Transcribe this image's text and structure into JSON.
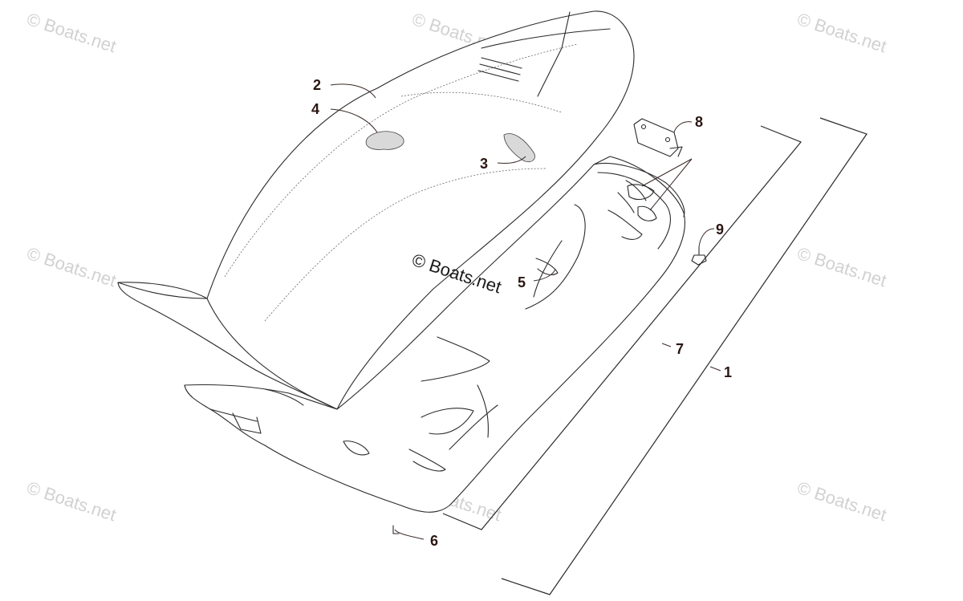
{
  "watermarks": {
    "tiled": "© Boats.net",
    "center": "© Boats.net"
  },
  "callouts": {
    "c1": "1",
    "c2": "2",
    "c3": "3",
    "c4": "4",
    "c5": "5",
    "c6": "6",
    "c7": "7",
    "c8": "8",
    "c9": "9"
  },
  "colors": {
    "callout_text": "#2a1612",
    "line_art": "#2a2a2a",
    "watermark": "#c9c9c9"
  }
}
